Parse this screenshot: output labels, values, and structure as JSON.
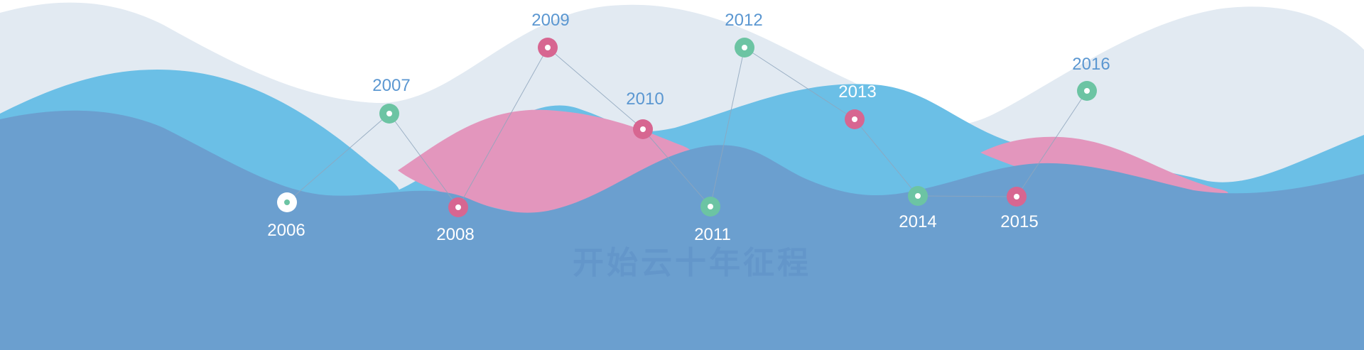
{
  "watermark": "开始云十年征程",
  "colors": {
    "background": "#ffffff",
    "wave_pale": "#e2eaf2",
    "wave_sky": "#6bbfe6",
    "wave_pink": "#e396bd",
    "wave_deep": "#6b9fcf",
    "marker_green": "#6cc4a3",
    "marker_pink": "#d76691",
    "marker_white": "#ffffff",
    "label_light": "#ffffff",
    "label_blue": "#5b97d1",
    "connector": "#8fa6bd"
  },
  "milestones": [
    {
      "year": "2006",
      "marker": "white",
      "label_tone": "light"
    },
    {
      "year": "2007",
      "marker": "green",
      "label_tone": "blue"
    },
    {
      "year": "2008",
      "marker": "pink",
      "label_tone": "light"
    },
    {
      "year": "2009",
      "marker": "pink",
      "label_tone": "blue"
    },
    {
      "year": "2010",
      "marker": "pink",
      "label_tone": "blue"
    },
    {
      "year": "2011",
      "marker": "green",
      "label_tone": "light"
    },
    {
      "year": "2012",
      "marker": "green",
      "label_tone": "blue"
    },
    {
      "year": "2013",
      "marker": "pink",
      "label_tone": "light"
    },
    {
      "year": "2014",
      "marker": "green",
      "label_tone": "light"
    },
    {
      "year": "2015",
      "marker": "pink",
      "label_tone": "light"
    },
    {
      "year": "2016",
      "marker": "green",
      "label_tone": "blue"
    }
  ]
}
